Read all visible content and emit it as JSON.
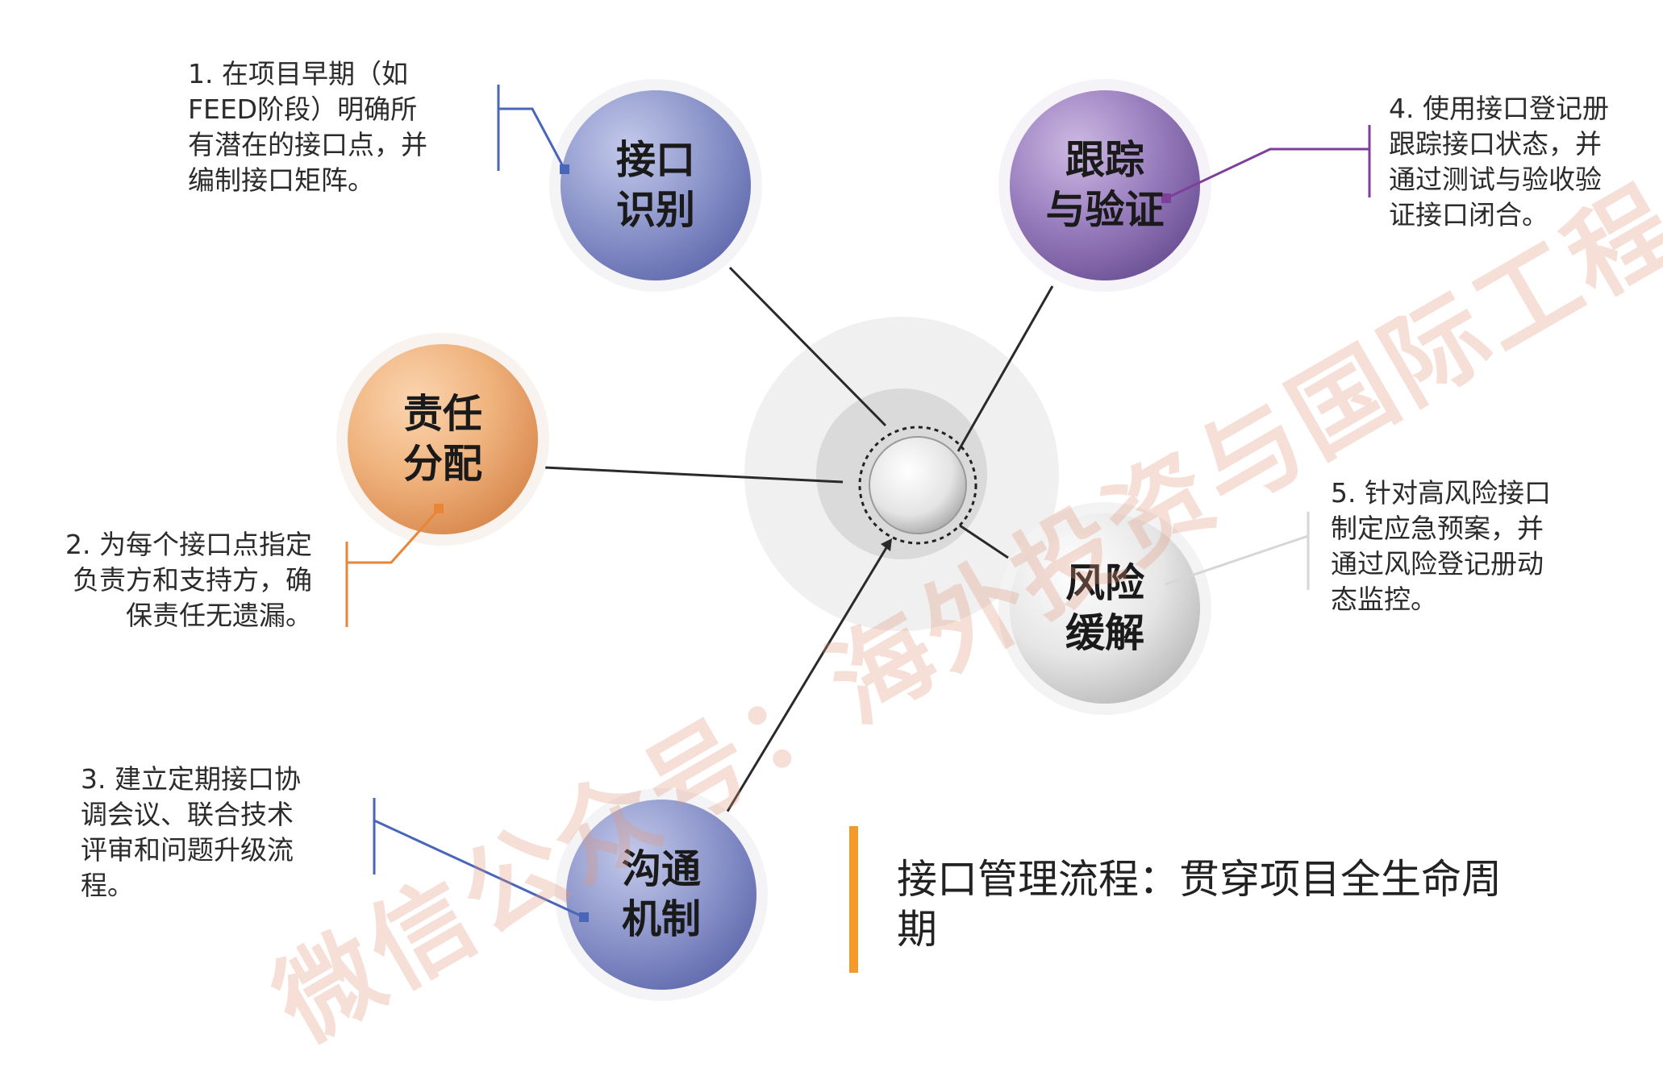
{
  "colors": {
    "blue_node": "#8f98cc",
    "purple_node": "#9a7fbf",
    "orange_node": "#efb27c",
    "gray_node": "#e2e2e2",
    "orange_accent": "#f39a2b",
    "blue_connector": "#4a66b8",
    "purple_connector": "#7d3f9a",
    "orange_connector": "#e98536",
    "gray_connector": "#d6d6d6",
    "spoke_line": "#2a2a2a"
  },
  "nodes": [
    {
      "id": "identify",
      "label_lines": [
        "接口",
        "识别"
      ],
      "color": "blue_node"
    },
    {
      "id": "track",
      "label_lines": [
        "跟踪",
        "与验证"
      ],
      "color": "purple_node"
    },
    {
      "id": "assign",
      "label_lines": [
        "责任",
        "分配"
      ],
      "color": "orange_node"
    },
    {
      "id": "risk",
      "label_lines": [
        "风险",
        "缓解"
      ],
      "color": "gray_node"
    },
    {
      "id": "communicate",
      "label_lines": [
        "沟通",
        "机制"
      ],
      "color": "blue_node"
    }
  ],
  "callouts": [
    {
      "id": "step1",
      "lines": [
        "1. 在项目早期（如",
        "FEED阶段）明确所",
        "有潜在的接口点，并",
        "编制接口矩阵。"
      ]
    },
    {
      "id": "step2",
      "lines": [
        "2. 为每个接口点指定",
        "负责方和支持方，确",
        "保责任无遗漏。"
      ]
    },
    {
      "id": "step3",
      "lines": [
        "3. 建立定期接口协",
        "调会议、联合技术",
        "评审和问题升级流",
        "程。"
      ]
    },
    {
      "id": "step4",
      "lines": [
        "4. 使用接口登记册",
        "跟踪接口状态，并",
        "通过测试与验收验",
        "证接口闭合。"
      ]
    },
    {
      "id": "step5",
      "lines": [
        "5. 针对高风险接口",
        "制定应急预案，并",
        "通过风险登记册动",
        "态监控。"
      ]
    }
  ],
  "title_lines": [
    "接口管理流程：贯穿项目全生命周",
    "期"
  ],
  "watermark": "微信公众号：海外投资与国际工程"
}
